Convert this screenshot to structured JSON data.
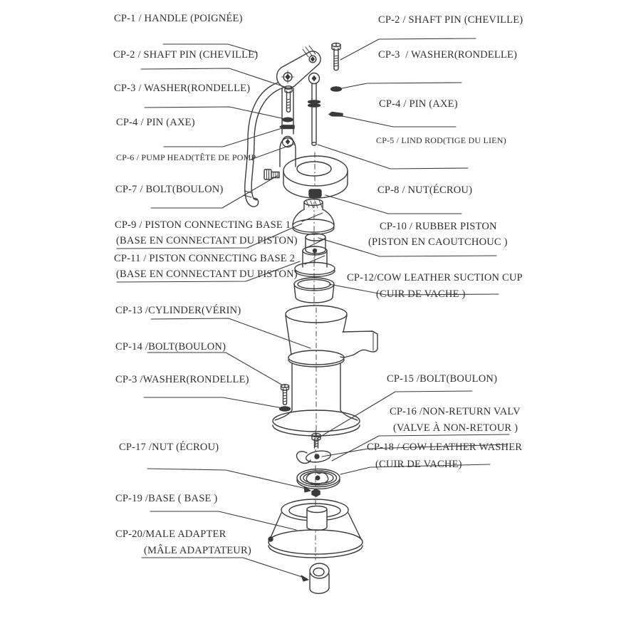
{
  "colors": {
    "ink": "#3a3a3a",
    "text": "#2f2f2f",
    "background": "#ffffff"
  },
  "diagram": {
    "left_labels": {
      "cp1": "CP-1 / HANDLE (POIGNÉE)",
      "cp2": "CP-2 / SHAFT PIN (CHEVILLE)",
      "cp3": "CP-3 / WASHER(RONDELLE)",
      "cp4": "CP-4 / PIN (AXE)",
      "cp6": "CP-6 / PUMP HEAD(TÊTE DE POMP",
      "cp7": "CP-7 / BOLT(BOULON)",
      "cp9_line1": "CP-9 / PISTON CONNECTING BASE 1",
      "cp9_line2": "(BASE EN CONNECTANT DU PISTON)",
      "cp11_line1": "CP-11 / PISTON CONNECTING BASE 2",
      "cp11_line2": "(BASE EN CONNECTANT DU PISTON)",
      "cp13": "CP-13 /CYLINDER(VÉRIN)",
      "cp14": "CP-14 /BOLT(BOULON)",
      "cp3b": "CP-3 /WASHER(RONDELLE)",
      "cp17": "CP-17 /NUT (ÉCROU)",
      "cp19": "CP-19 /BASE ( BASE )",
      "cp20_line1": "CP-20/MALE ADAPTER",
      "cp20_line2": "(MÂLE ADAPTATEUR)"
    },
    "right_labels": {
      "cp2": "CP-2 / SHAFT PIN (CHEVILLE)",
      "cp3": "CP-3  / WASHER(RONDELLE)",
      "cp4": "CP-4 / PIN (AXE)",
      "cp5": "CP-5 / LIND ROD(TIGE DU LIEN)",
      "cp8": "CP-8 / NUT(ÉCROU)",
      "cp10_line1": "CP-10 / RUBBER PISTON",
      "cp10_line2": "(PISTON EN CAOUTCHOUC )",
      "cp12_line1": "CP-12/COW LEATHER SUCTION CUP",
      "cp12_line2": "(CUIR DE VACHE )",
      "cp15": "CP-15 /BOLT(BOULON)",
      "cp16_line1": "CP-16 /NON-RETURN VALV",
      "cp16_line2": "(VALVE À NON-RETOUR )",
      "cp18_line1": "CP-18 / COW LEATHER WASHER",
      "cp18_line2": "(CUIR DE VACHE)"
    }
  }
}
